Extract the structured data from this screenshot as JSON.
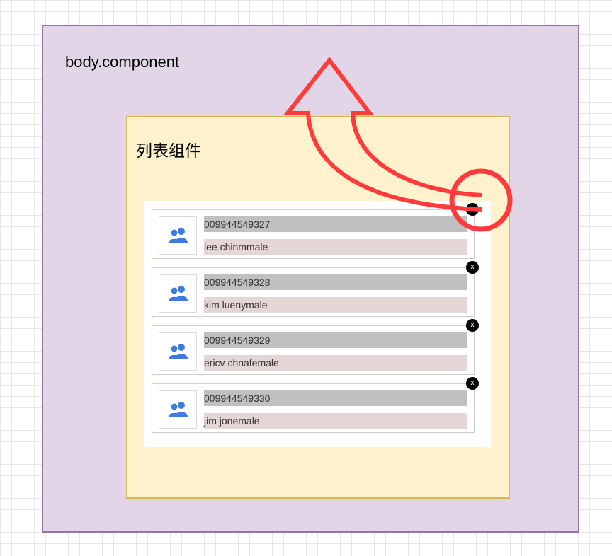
{
  "outer": {
    "label": "body.component"
  },
  "inner": {
    "label": "列表组件"
  },
  "close_label": "x",
  "avatar_icon": "users-icon",
  "colors": {
    "outer_fill": "#e1d5e7",
    "outer_stroke": "#9673a6",
    "inner_fill": "#fff2cc",
    "inner_stroke": "#d6b656",
    "arrow": "#ff3b3b",
    "icon": "#3d7be0"
  },
  "items": [
    {
      "id": "009944549327",
      "name": "lee chinmmale"
    },
    {
      "id": "009944549328",
      "name": "kim luenymale"
    },
    {
      "id": "009944549329",
      "name": "ericv chnafemale"
    },
    {
      "id": "009944549330",
      "name": "jim jonemale"
    }
  ]
}
